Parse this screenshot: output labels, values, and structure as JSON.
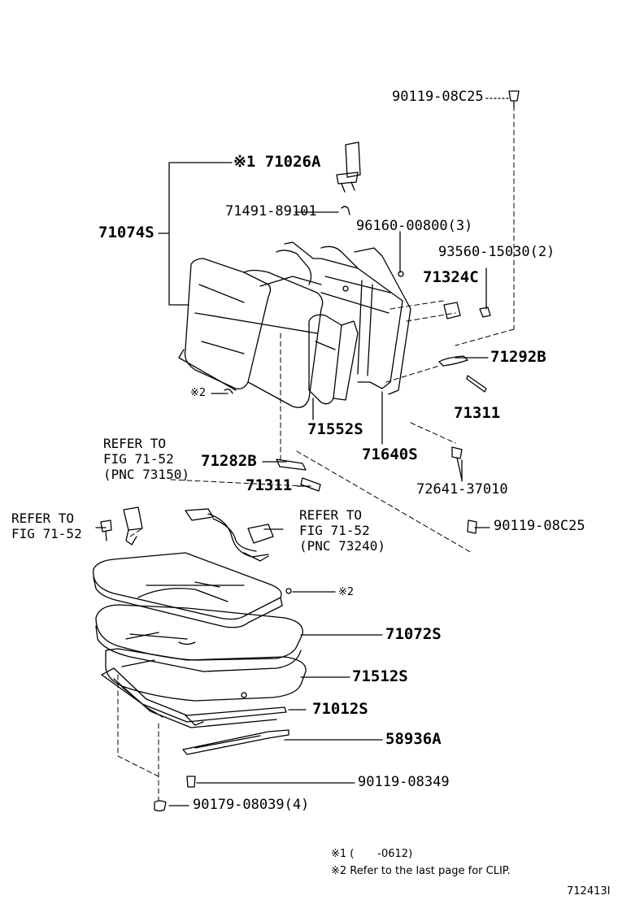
{
  "parts": {
    "p_90119_08c25_top": "90119-08C25",
    "p_71026a": "※1 71026A",
    "p_71074s": "71074S",
    "p_71491_89101": "71491-89101",
    "p_96160_00800": "96160-00800(3)",
    "p_93560_15030": "93560-15030(2)",
    "p_71324c": "71324C",
    "p_71292b": "71292B",
    "p_71311_right": "71311",
    "p_71552s": "71552S",
    "p_71640s": "71640S",
    "p_note2_upper": "※2",
    "p_71282b": "71282B",
    "p_71311_left": "71311",
    "p_72641_37010": "72641-37010",
    "p_90119_08c25_mid": "90119-08C25",
    "p_note2_lower": "※2",
    "p_71072s": "71072S",
    "p_71512s": "71512S",
    "p_71012s": "71012S",
    "p_58936a": "58936A",
    "p_90119_08349": "90119-08349",
    "p_90179_08039": "90179-08039(4)"
  },
  "refs": {
    "ref_73150": "REFER TO\nFIG 71-52\n(PNC 73150)",
    "ref_left": "REFER TO\nFIG 71-52",
    "ref_73240": "REFER TO\nFIG 71-52\n(PNC 73240)"
  },
  "notes": {
    "note1": "※1 (       -0612)",
    "note2": "※2 Refer to the last page for CLIP."
  },
  "figure_id": "712413I"
}
